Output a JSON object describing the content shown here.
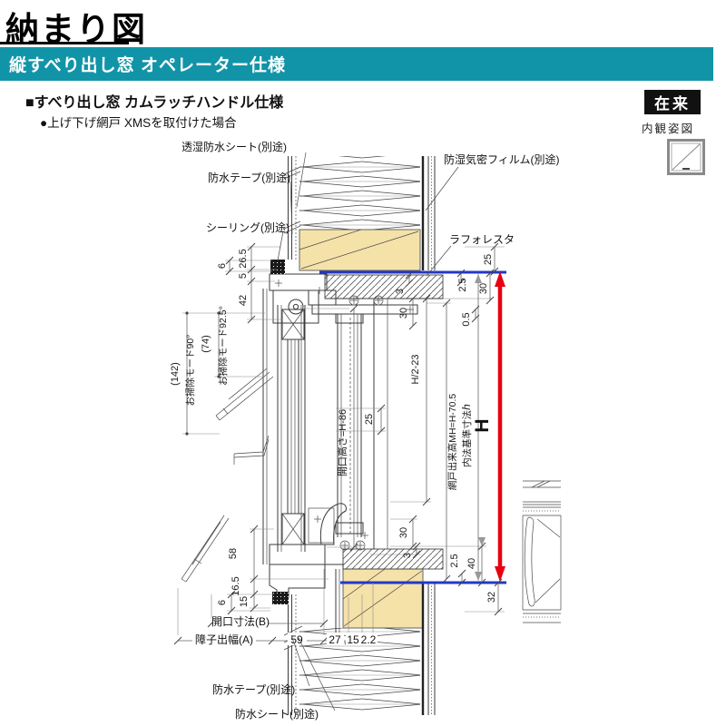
{
  "page": {
    "title": "納まり図",
    "banner": "縦すべり出し窓 オペレーター仕様",
    "spec_heading": "■すべり出し窓 カムラッチハンドル仕様",
    "spec_sub": "●上げ下げ網戸 XMSを取付けた場合"
  },
  "corner": {
    "badge": "在来",
    "caption": "内観姿図",
    "icon": "casement-window-icon"
  },
  "callouts": {
    "breathable_sheet": "透湿防水シート(別途)",
    "waterproof_tape_top": "防水テープ(別途)",
    "sealing": "シーリング(別途)",
    "vapor_film": "防湿気密フィルム(別途)",
    "laforesta": "ラフォレスタ",
    "waterproof_tape_bottom": "防水テープ(別途)",
    "waterproof_sheet": "防水シート(別途)"
  },
  "dims": {
    "top_left": {
      "d6": "6",
      "d26_5": "26.5",
      "d5": "5",
      "d42": "42"
    },
    "cleaning": {
      "c142": "(142)",
      "mode90": "お掃除モード90°",
      "c74": "(74)",
      "mode92_5": "お掃除モード92.5°"
    },
    "center": {
      "opening_height": "開口高さ=H-86",
      "d25": "25",
      "half": "H/2-23"
    },
    "right": {
      "d25_top": "25",
      "d2_5_top": "2.5",
      "d30_top": "30",
      "d3_top": "3",
      "d30_left_top": "30",
      "d0_5": "0.5",
      "screen_height": "網戸出来高MH=H-70.5",
      "inner_std": "内法基準寸法",
      "inner_std_h": "h",
      "big_h": "H",
      "d30_left_bot": "30",
      "d3_bot": "3",
      "d2_5_bot": "2.5",
      "d40": "40",
      "d32": "32"
    },
    "bottom_left": {
      "d58": "58",
      "d16_5": "16.5",
      "d15": "15",
      "d6": "6"
    },
    "bottom": {
      "opening_b": "開口寸法(B)",
      "sash_a": "障子出幅(A)",
      "d59": "59",
      "d27": "27",
      "d15": "15",
      "d2_2": "2.2"
    }
  },
  "colors": {
    "banner_teal": "#1294A8",
    "badge_black": "#111111",
    "wood_tan": "#F5E2A9",
    "reference_blue": "#2238C8",
    "dimension_red": "#E60012"
  }
}
